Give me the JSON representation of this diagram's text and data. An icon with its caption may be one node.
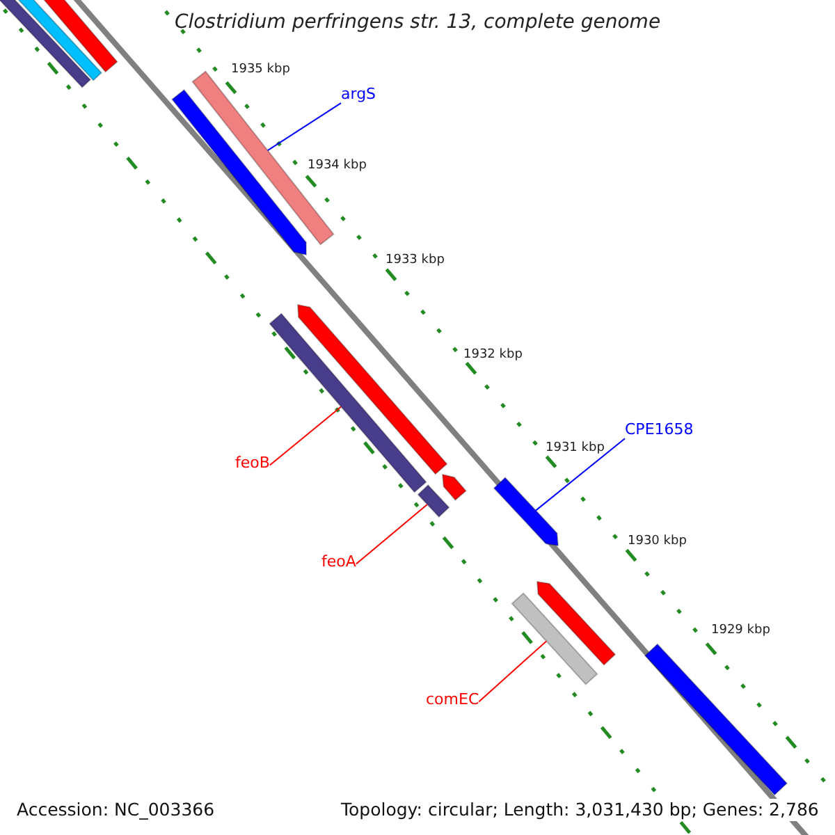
{
  "diagram": {
    "title": "Clostridium perfringens str. 13, complete genome",
    "nodes": [
      {
        "text": [
          "argS"
        ]
      },
      {
        "text": [],
        "shape": "bar"
      },
      {
        "text": [
          "CPE1658"
        ]
      },
      {
        "text": [],
        "shape": "bar"
      },
      {
        "text": [
          "feoB"
        ]
      },
      {
        "text": [],
        "shape": "bar"
      },
      {
        "text": [
          "feoA"
        ]
      },
      {
        "text": [],
        "shape": "bar"
      },
      {
        "text": [
          "comEC"
        ]
      },
      {
        "text": [],
        "shape": "bar"
      },
      {
        "text": [],
        "shape": "bar"
      },
      {
        "text": [],
        "shape": "bar"
      },
      {
        "text": [],
        "shape": "bar"
      },
      {
        "text": [],
        "shape": "bar"
      },
      {
        "text": [],
        "shape": "bar"
      },
      {
        "text": [],
        "shape": "bar"
      },
      {
        "text": [],
        "shape": "bar"
      },
      {
        "text": [],
        "shape": "bar"
      }
    ],
    "edges": [
      {
        "from": 0,
        "to": 1,
        "arrow": "none",
        "color": "#0000ff"
      },
      {
        "from": 2,
        "to": 3,
        "arrow": "none",
        "color": "#0000ff"
      },
      {
        "from": 4,
        "to": 5,
        "arrow": "none"
      },
      {
        "from": 6,
        "to": 7,
        "arrow": "none"
      },
      {
        "from": 8,
        "to": 9,
        "arrow": "none"
      }
    ],
    "labels": [
      "1935 kbp",
      "1934 kbp",
      "1933 kbp",
      "1932 kbp",
      "1931 kbp",
      "1930 kbp",
      "1929 kbp",
      "Accession: NC_003366",
      "Topology: circular; Length: 3,031,430 bp; Genes: 2,786"
    ]
  }
}
